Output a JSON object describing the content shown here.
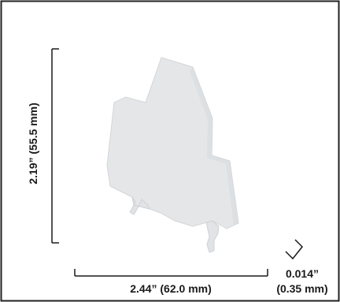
{
  "product_photo": {
    "subject": "end-plate-photo",
    "part_color": "#e4e6e8"
  },
  "dimensions": {
    "height_label": "2.19” (55.5 mm)",
    "width_label": "2.44” (62.0 mm)",
    "thickness_label_in": "0.014”",
    "thickness_label_mm": "(0.35 mm)"
  }
}
